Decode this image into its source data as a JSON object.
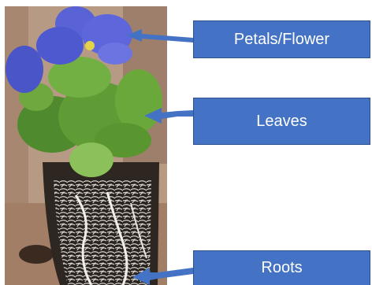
{
  "labels": {
    "petals": "Petals/Flower",
    "leaves": "Leaves",
    "roots": "Roots"
  },
  "colors": {
    "label_fill": "#4472c4",
    "label_text": "#ffffff",
    "arrow": "#4472c4"
  },
  "image": {
    "subject": "plant-photo"
  }
}
